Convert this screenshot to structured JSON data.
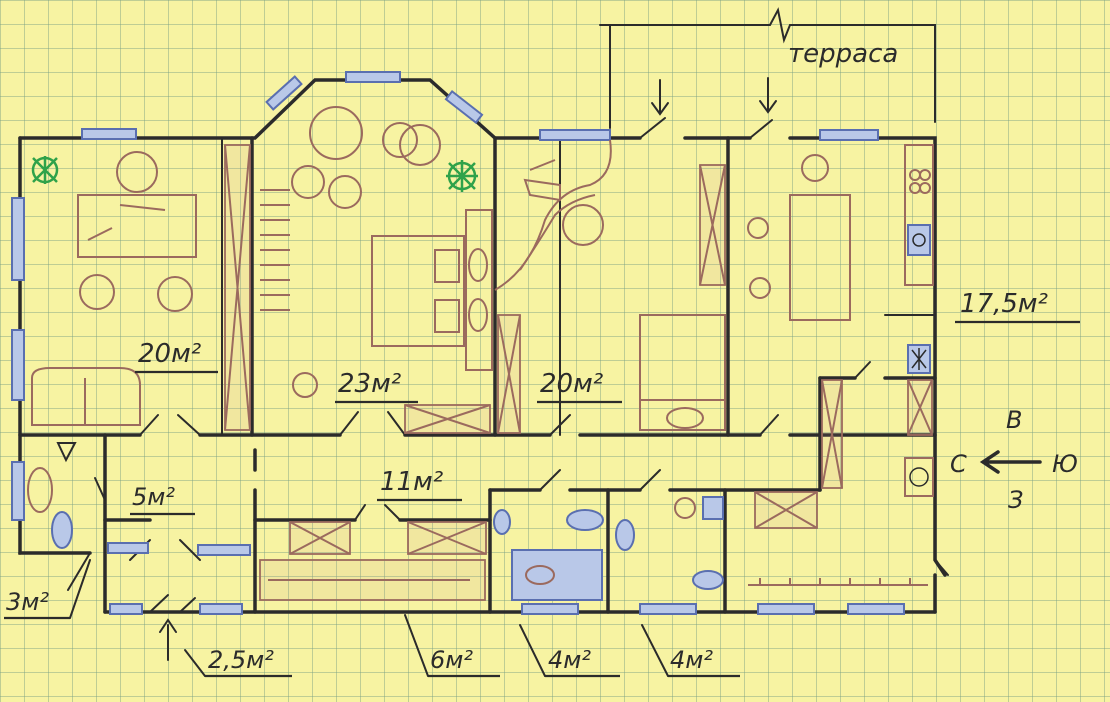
{
  "labels": {
    "terrace": "терраса",
    "kitchen_area": "17,5м²",
    "room_left_area": "20м²",
    "room_center_area": "23м²",
    "room_right_area": "20м²",
    "hall_area": "11м²",
    "small_hall_area": "5м²",
    "wc_area": "3м²",
    "vestibule_area": "2,5м²",
    "corridor_area": "6м²",
    "bath1_area": "4м²",
    "bath2_area": "4м²"
  },
  "compass": {
    "north": "В",
    "west": "С",
    "east": "Ю",
    "south": "З"
  },
  "colors": {
    "paper": "#f7f3a2",
    "wall": "#2b2b2b",
    "furniture": "#9b6a5e",
    "window": "#5a6fb0",
    "plant": "#2fa24a"
  }
}
